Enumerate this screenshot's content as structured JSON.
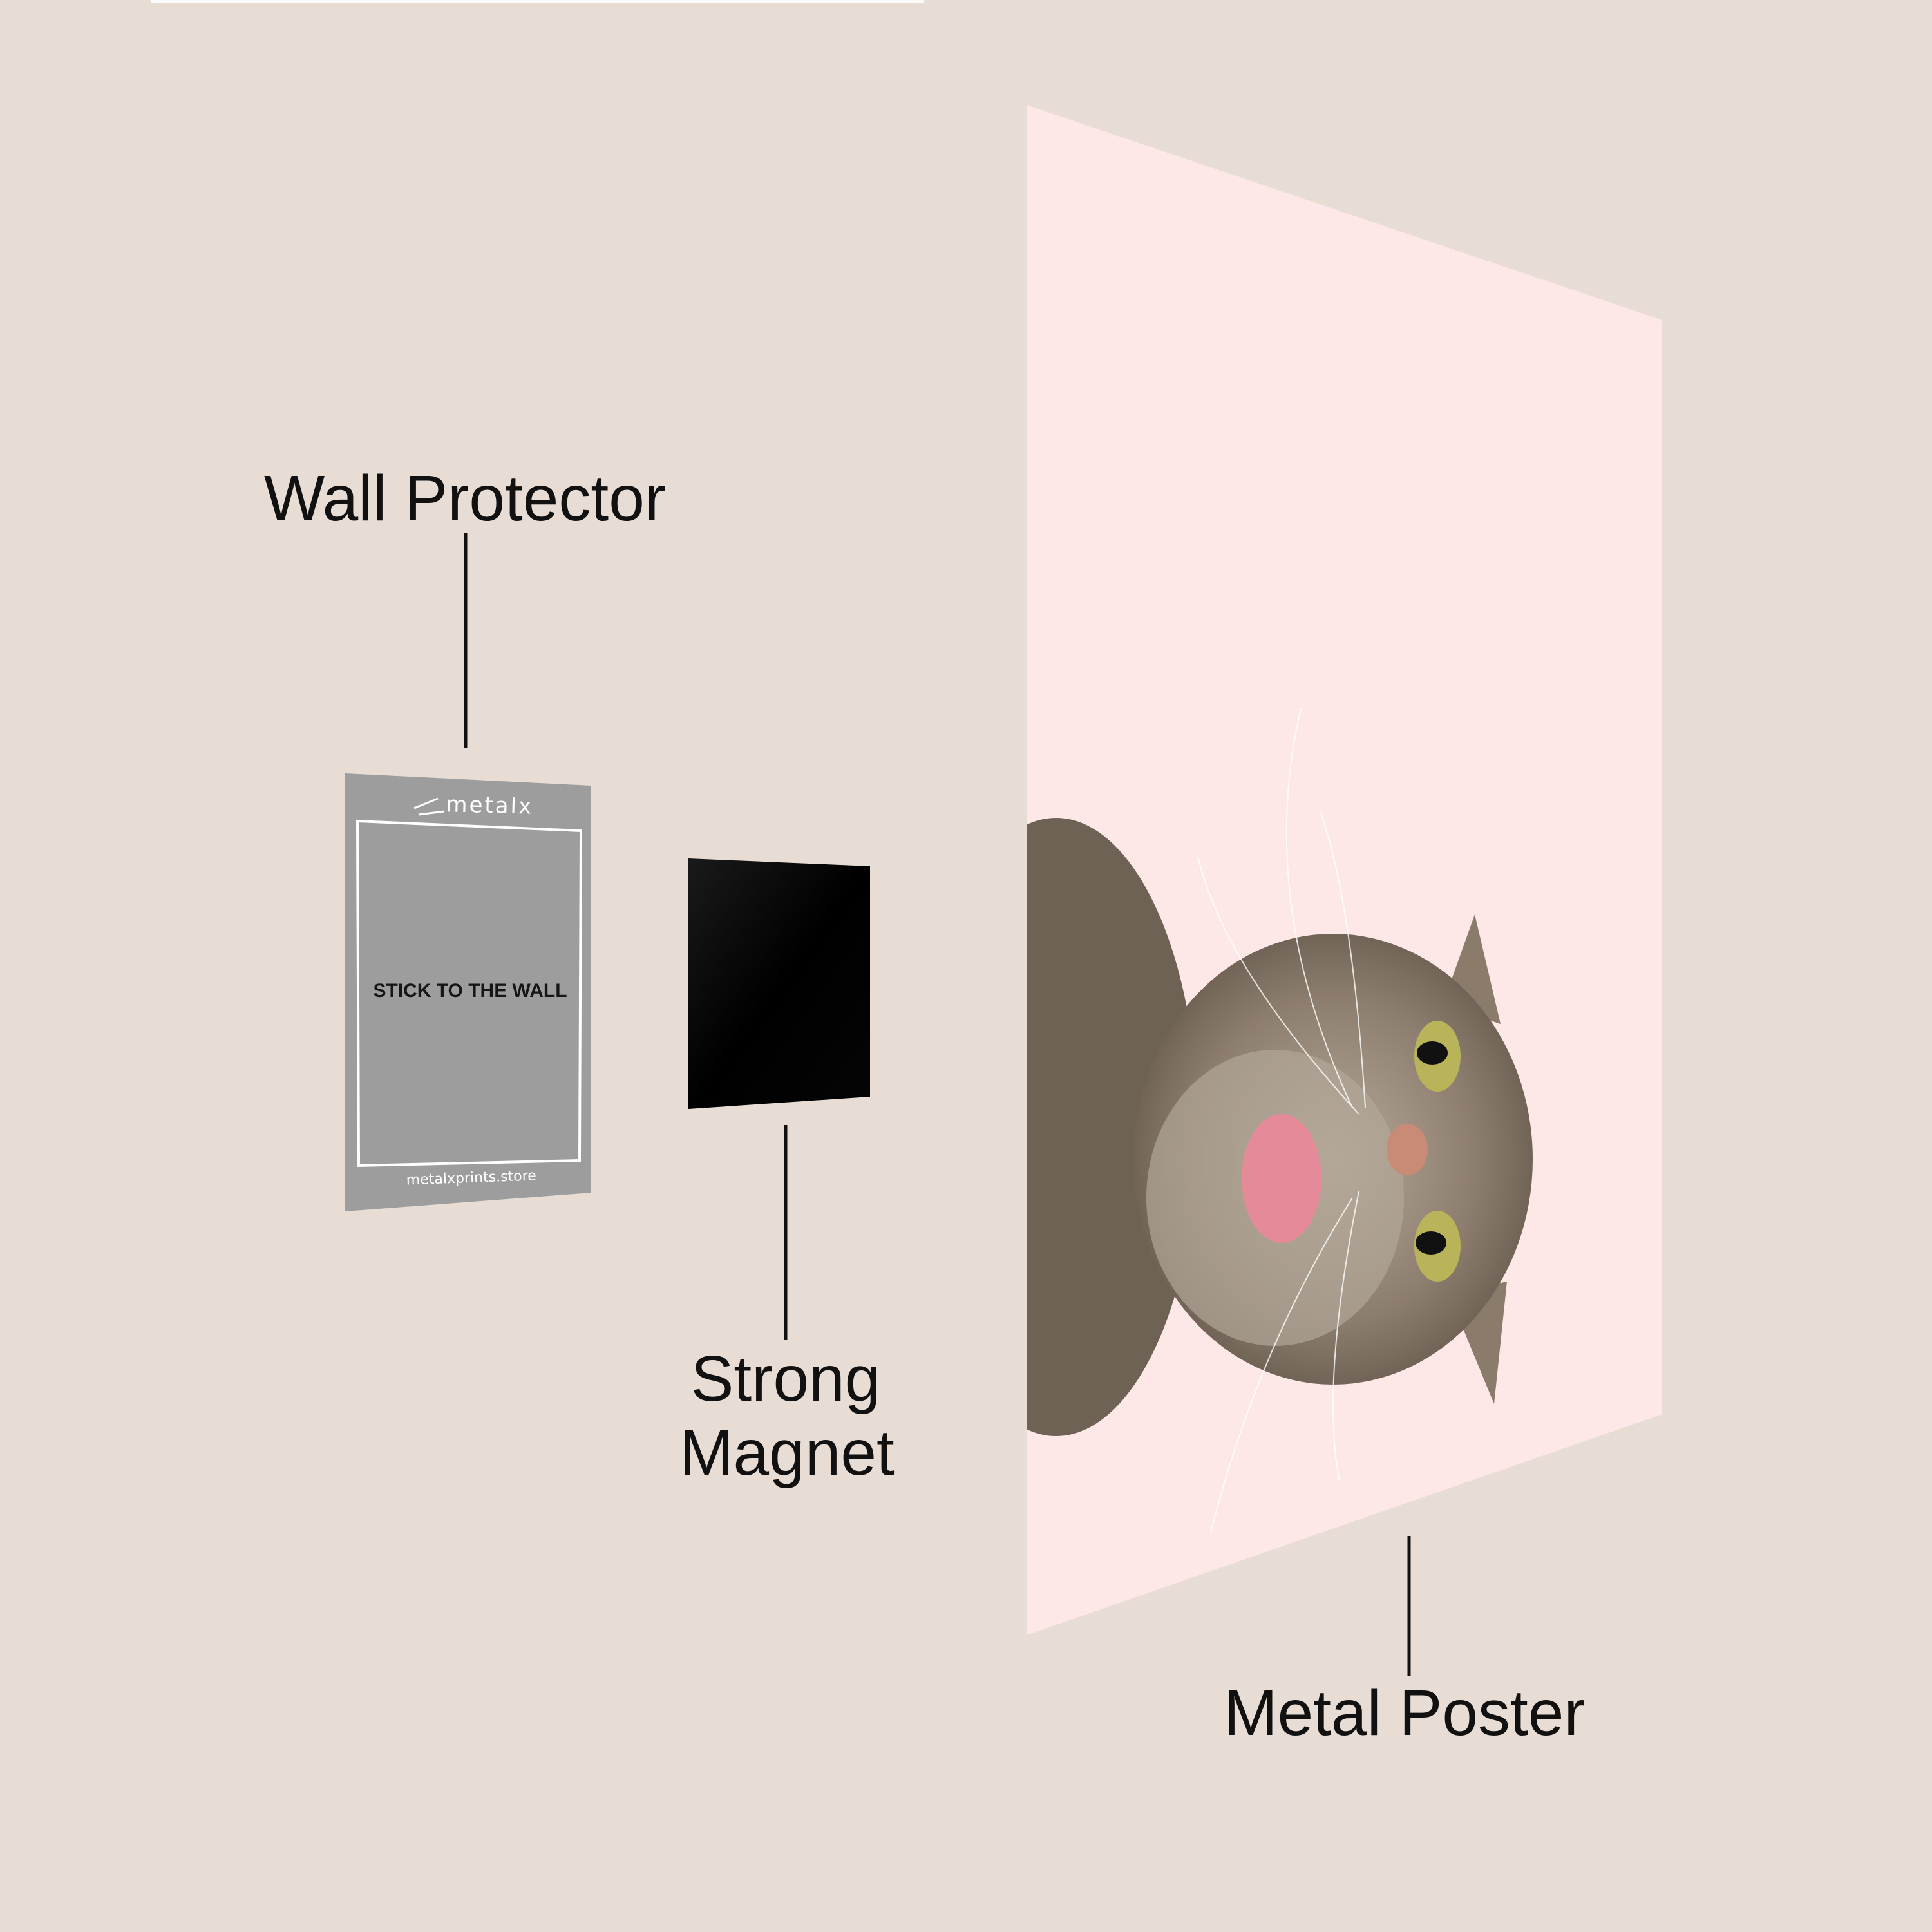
{
  "labels": {
    "wall_protector": "Wall Protector",
    "strong_magnet_line1": "Strong",
    "strong_magnet_line2": "Magnet",
    "metal_poster": "Metal Poster"
  },
  "wall_protector_card": {
    "brand": "metalx",
    "instruction": "STICK TO THE WALL",
    "url": "metalxprints.store"
  },
  "colors": {
    "background": "#e8ddd4",
    "poster": "#fde7e7",
    "protector": "#9d9d9d",
    "magnet": "#050505"
  }
}
